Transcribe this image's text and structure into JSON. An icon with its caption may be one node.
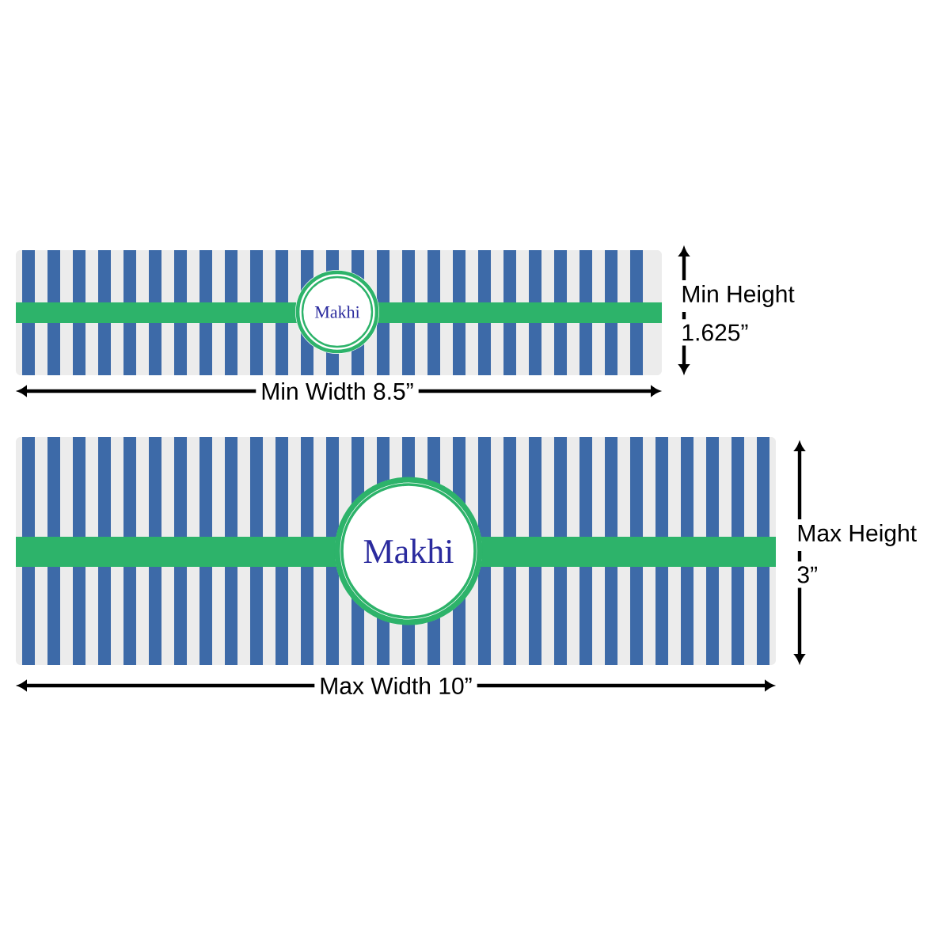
{
  "diagram": {
    "nodes": [
      {
        "text": [
          "Makhi"
        ]
      },
      {
        "text": [
          "Makhi"
        ]
      }
    ],
    "edges": [],
    "labels": [
      "Min Height",
      "1.625”",
      "Min Width 8.5”",
      "Max Height",
      "3”",
      "Max Width 10”"
    ]
  }
}
